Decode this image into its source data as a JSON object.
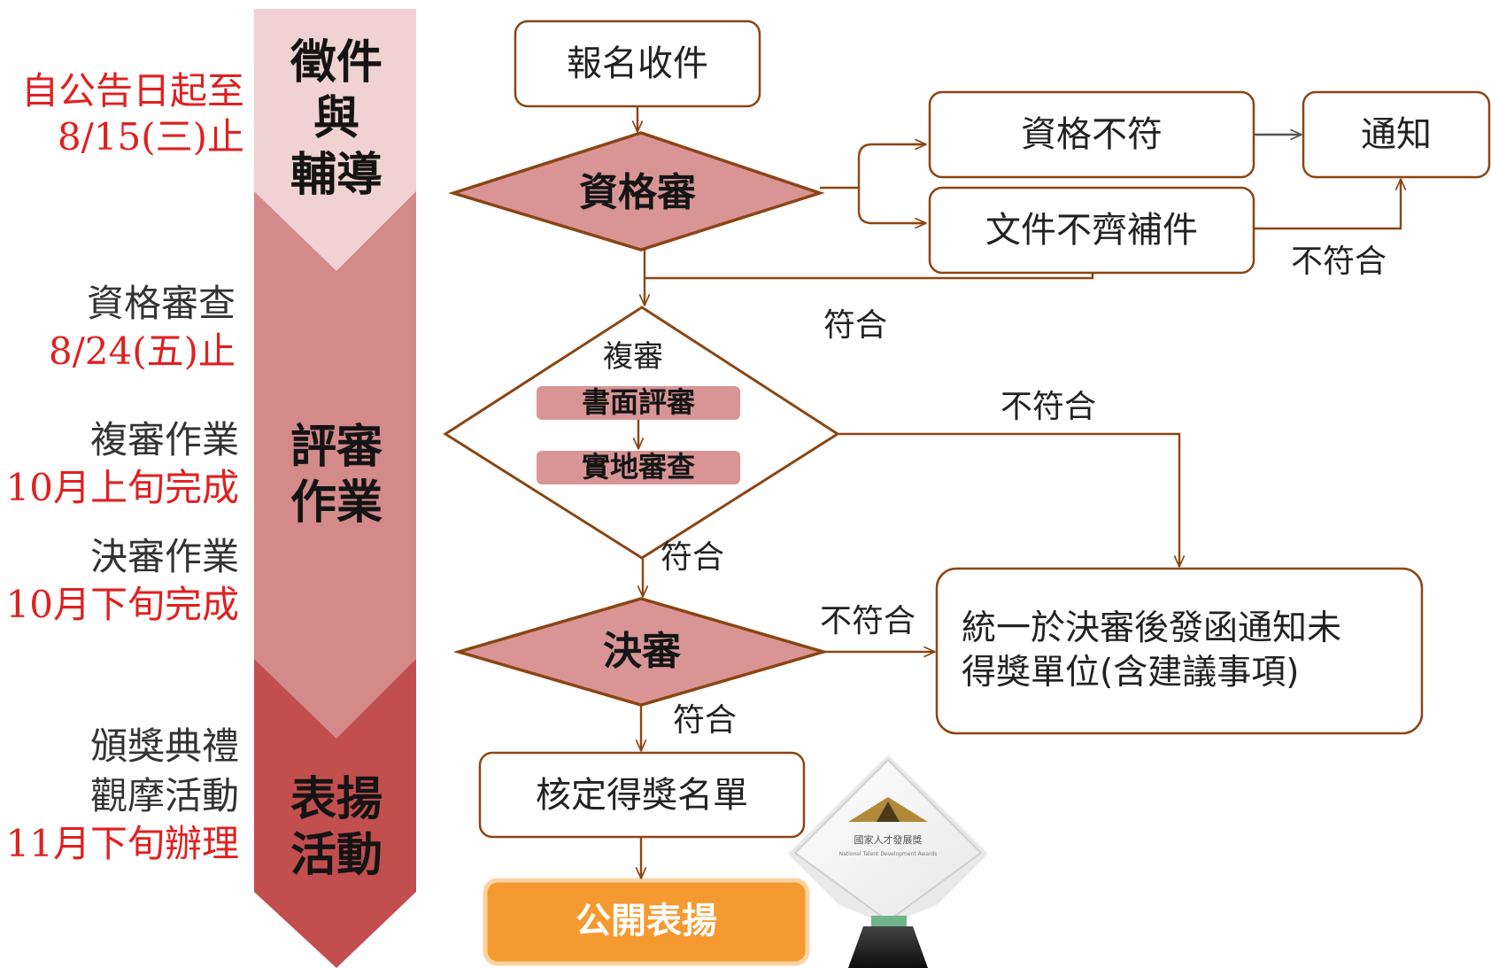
{
  "phases": [
    {
      "lines": [
        "徵件",
        "與",
        "輔導"
      ]
    },
    {
      "lines": [
        "評審",
        "作業"
      ]
    },
    {
      "lines": [
        "表揚",
        "活動"
      ]
    }
  ],
  "schedule": {
    "s1": {
      "line1": "自公告日起至",
      "line2": "8/15(三)止"
    },
    "s2": {
      "line1": "資格審查",
      "line2": "8/24(五)止"
    },
    "s3": {
      "line1": "複審作業",
      "line2": "10月上旬完成"
    },
    "s4": {
      "line1": "決審作業",
      "line2": "10月下旬完成"
    },
    "s5": {
      "line1": "頒獎典禮",
      "line2": "觀摩活動",
      "line3": "11月下旬辦理"
    }
  },
  "nodes": {
    "register": "報名收件",
    "qualification": "資格審",
    "disqualified": "資格不符",
    "supplement": "文件不齊補件",
    "notify": "通知",
    "secondary": "複審",
    "document_review": "書面評審",
    "site_review": "實地審查",
    "final": "決審",
    "notify_unawarded_line1": "統一於決審後發函通知未",
    "notify_unawarded_line2": "得獎單位(含建議事項)",
    "approve_list": "核定得獎名單",
    "public_award": "公開表揚"
  },
  "edge_labels": {
    "supplement_fail": "不符合",
    "qual_pass": "符合",
    "secondary_fail": "不符合",
    "secondary_pass": "符合",
    "final_fail": "不符合",
    "final_pass": "符合"
  },
  "trophy": {
    "line1": "國家人才發展獎",
    "line2": "National Talent Development Awards"
  },
  "colors": {
    "phase1": "#f0d2d2",
    "phase2": "#d48a8a",
    "phase3": "#c24e4e",
    "diamond_fill": "#d99595",
    "stroke": "#8b4513",
    "schedule_red": "#e02020",
    "public_award_fill": "#f59a30"
  }
}
